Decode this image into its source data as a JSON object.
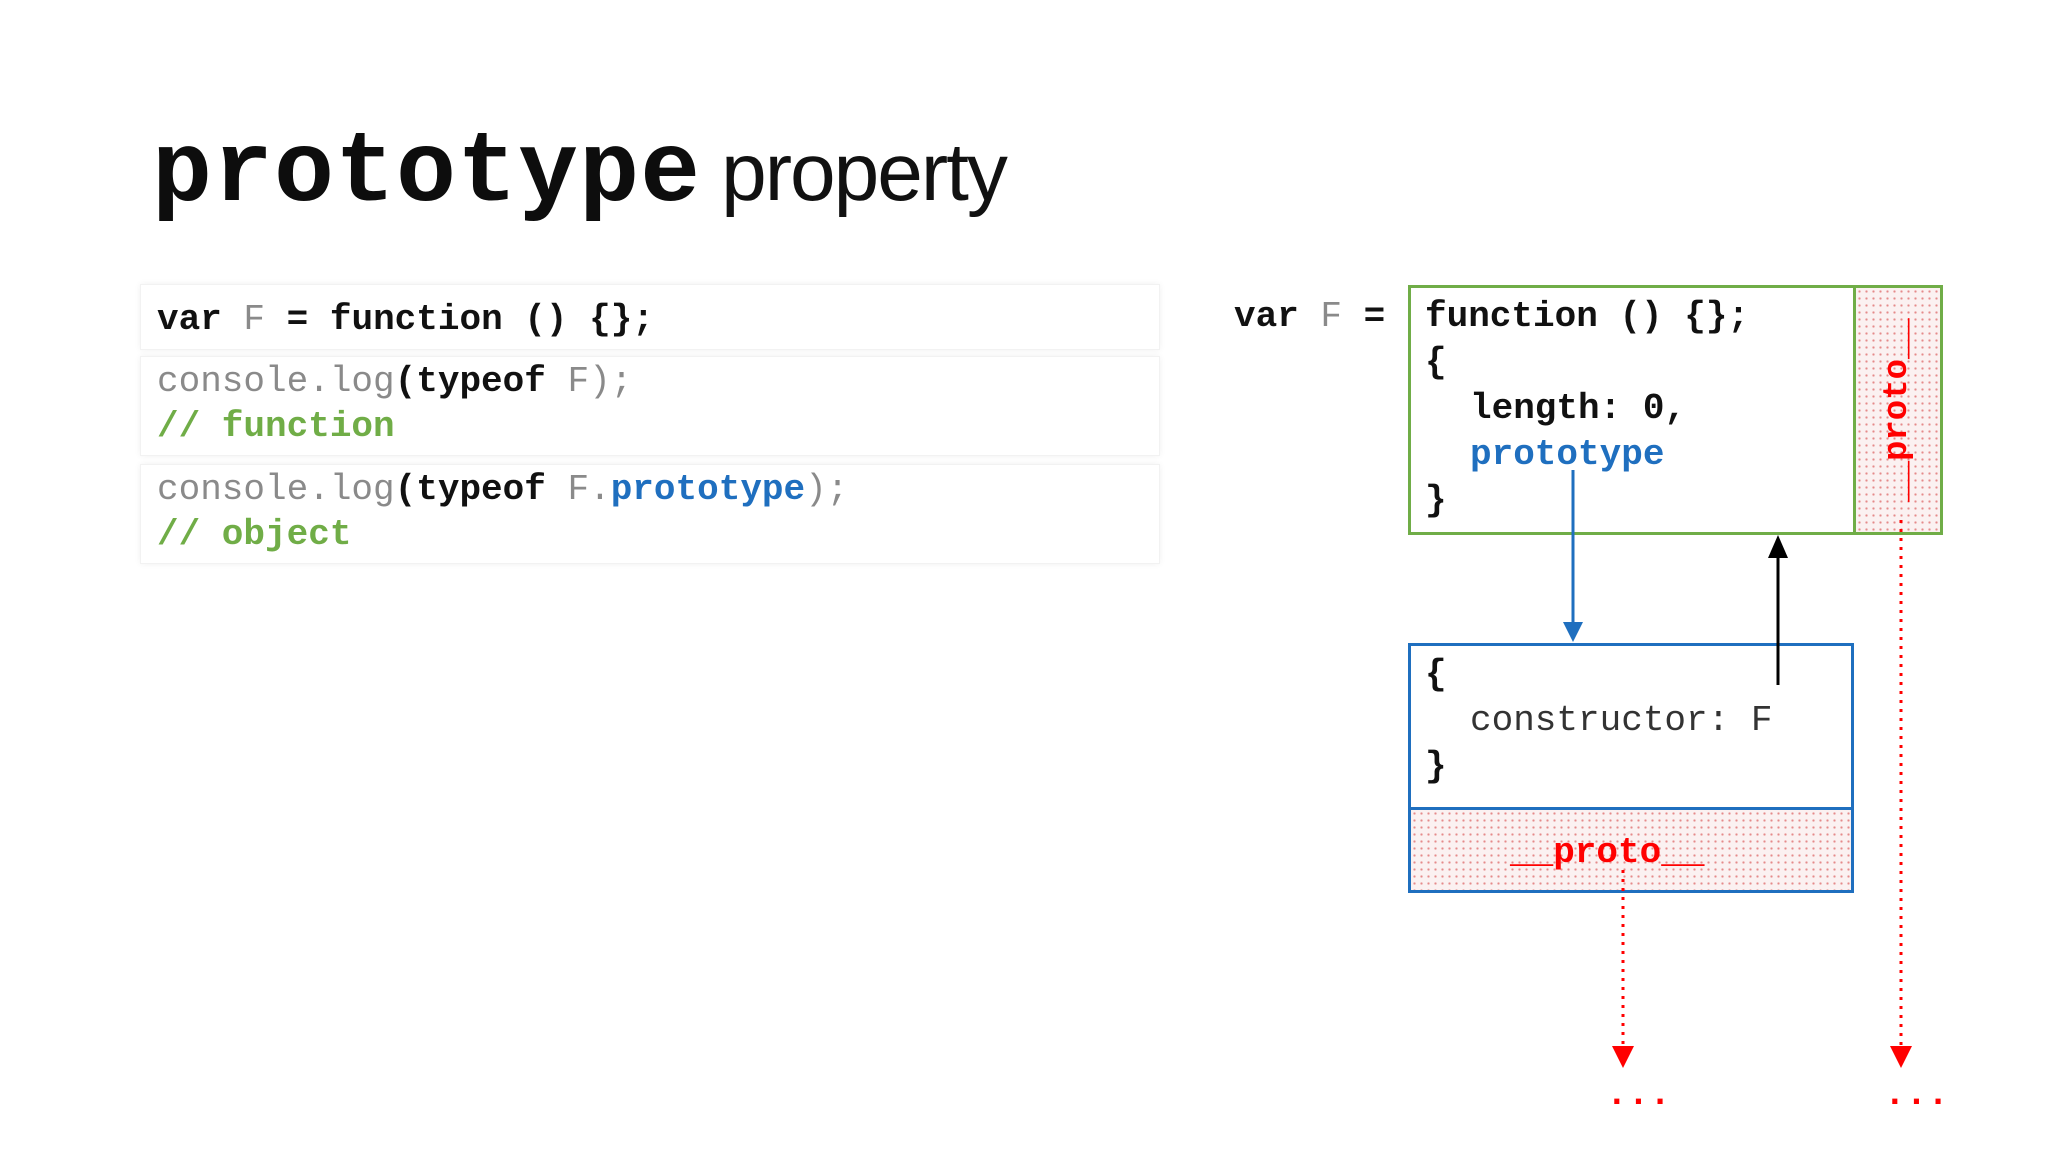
{
  "title": {
    "mono": "prototype",
    "sans": "property"
  },
  "code": {
    "line1": {
      "kw_var": "var",
      "name": "F",
      "eq": "=",
      "kw_function": "function",
      "rest": "() {};"
    },
    "line2": {
      "call": "console.log",
      "open": "(",
      "kw_typeof": "typeof",
      "arg": "F",
      "close": ");"
    },
    "line3": {
      "comment": "// function"
    },
    "line4": {
      "call": "console.log",
      "open": "(",
      "kw_typeof": "typeof",
      "arg": "F.",
      "prop": "prototype",
      "close": ");"
    },
    "line5": {
      "comment": "// object"
    }
  },
  "diagram": {
    "decl": {
      "kw_var": "var",
      "name": "F",
      "eq": "="
    },
    "func_box": {
      "line1": "function () {};",
      "open": "{",
      "length": "length: 0,",
      "prototype": "prototype",
      "close": "}",
      "proto_label": "__proto__"
    },
    "proto_box": {
      "open": "{",
      "constructor": "constructor: F",
      "close": "}",
      "proto_label": "__proto__"
    },
    "ellipsis_left": "...",
    "ellipsis_right": "...",
    "colors": {
      "green": "#70ad47",
      "blue": "#1f6fbf",
      "red": "#ff0000",
      "black": "#000000"
    }
  }
}
